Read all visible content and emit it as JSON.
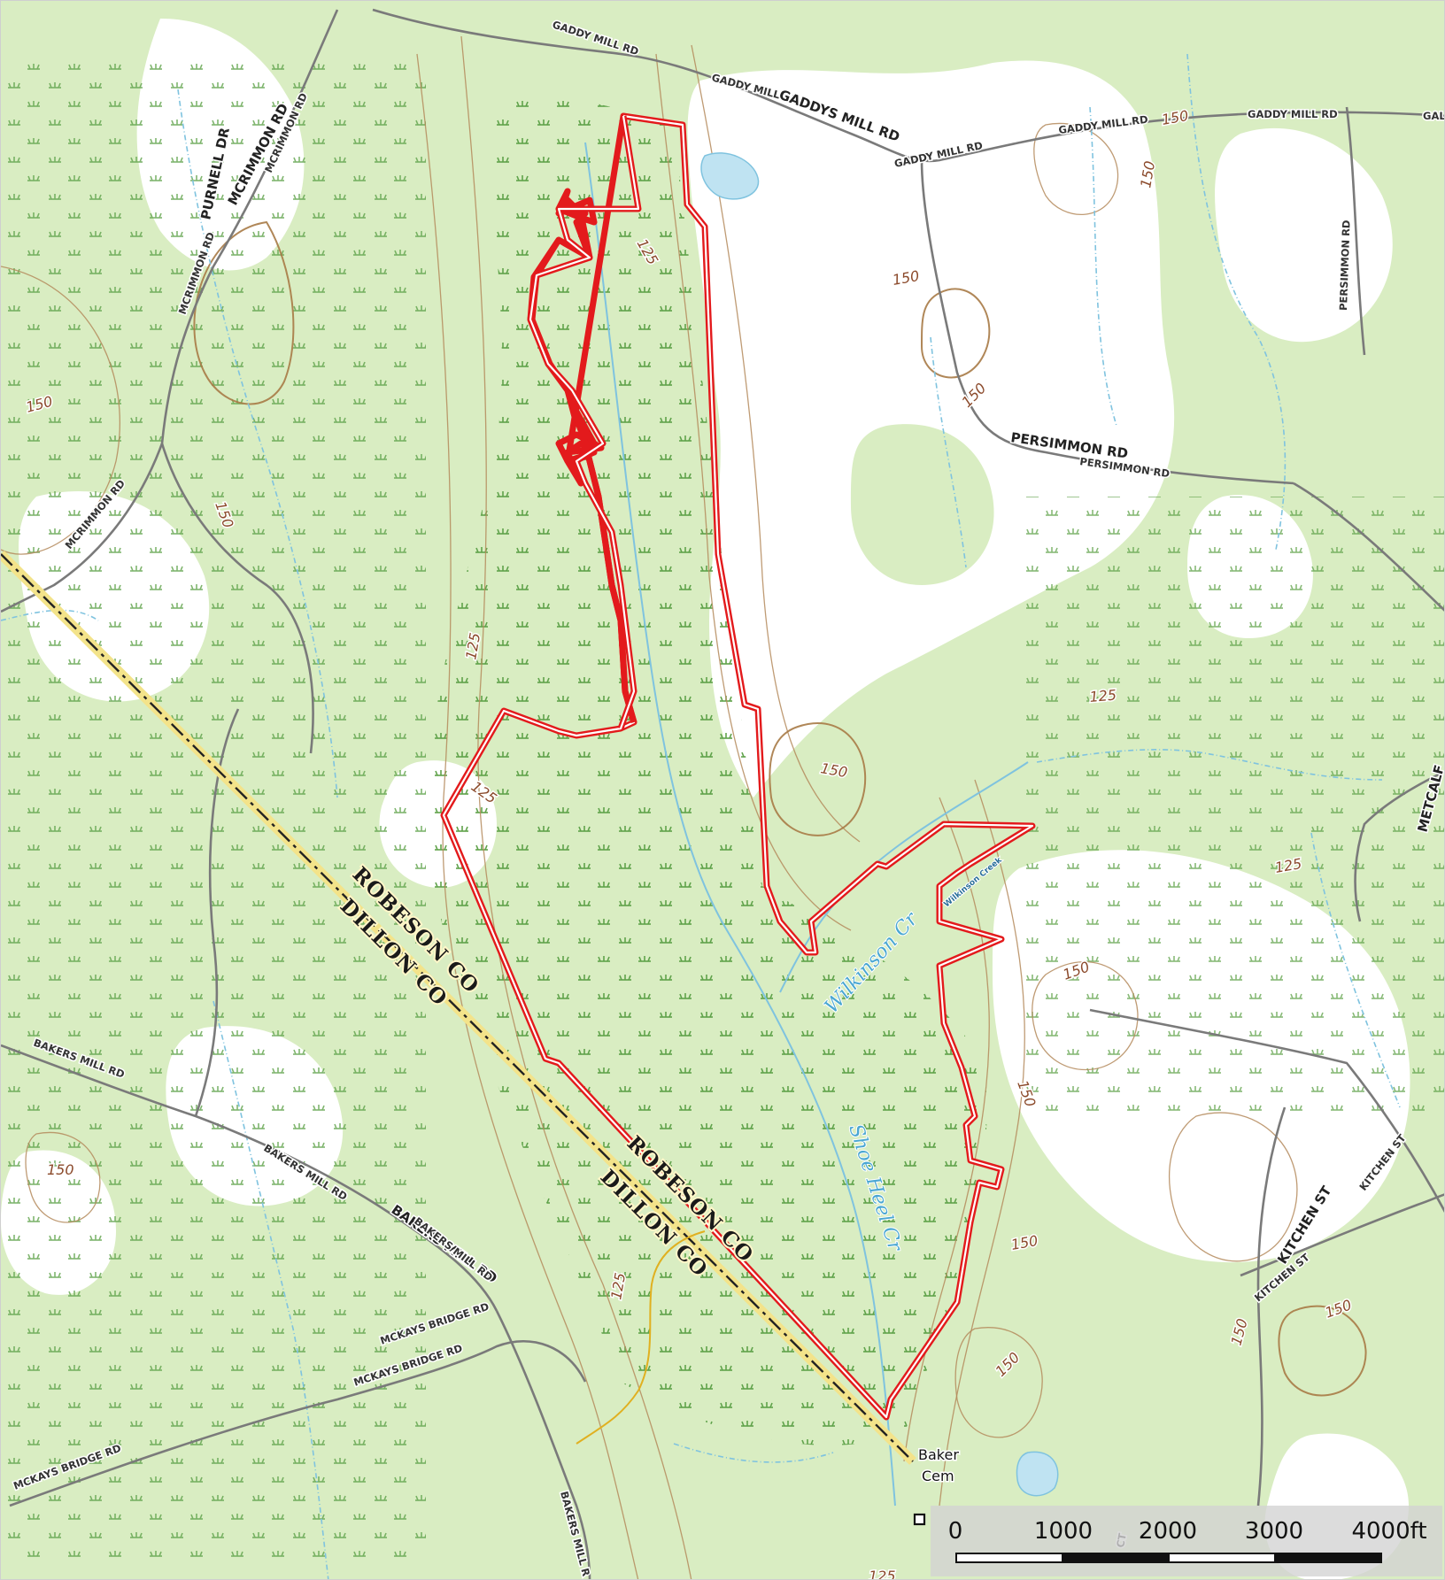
{
  "roads": {
    "gaddy_mill_1": "GADDY MILL RD",
    "gaddy_mill_2": "GADDY MILL RD",
    "gaddys_mill": "GADDYS MILL RD",
    "gaddy_mill_3": "GADDY MILL RD",
    "gaddy_mill_4": "GADDY MILL RD",
    "gaddy_mill_5": "GADDY MILL RD",
    "gaddy_mill_edge": "GAL",
    "purnell": "PURNELL DR",
    "mcrimmon_1": "MCRIMMON RD",
    "mcrimmon_2": "MCRIMMON RD",
    "mcrimmon_3": "MCRIMMON RD",
    "mcrimmon_4": "MCRIMMON RD",
    "persimmon_1": "PERSIMMON RD",
    "persimmon_2": "PERSIMMON RD",
    "persimmon_3": "PERSIMMON RD",
    "metcalf": "METCALF",
    "bakers_mill_1": "BAKERS MILL RD",
    "bakers_mill_2": "BAKERS MILL RD",
    "bakers_mill_3": "BAKERS MILL RD",
    "bakers_mill_4": "BAKERS MILL RD",
    "bakers_mill_5": "BAKERS MILL R",
    "mckays_1": "MCKAYS BRIDGE RD",
    "mckays_2": "MCKAYS BRIDGE RD",
    "mckays_3": "MCKAYS BRIDGE RD",
    "kitchen_1": "KITCHEN ST",
    "kitchen_2": "KITCHEN ST",
    "kitchen_3": "KITCHEN ST",
    "ct_stub": "CT"
  },
  "counties": {
    "robeson_1": "ROBESON CO",
    "dillon_1": "DILLON CO",
    "robeson_2": "ROBESON CO",
    "dillon_2": "DILLON CO"
  },
  "water": {
    "wilkinson": "Wilkinson Cr",
    "wilkinson_small": "Wilkinson Creek",
    "shoe_heel": "Shoe Heel Cr"
  },
  "places": {
    "cem_line1": "Baker",
    "cem_line2": "Cem"
  },
  "elevations": {
    "e1": "150",
    "e2": "150",
    "e3": "150",
    "e4": "150",
    "e5": "150",
    "e6": "150",
    "e7": "150",
    "e8": "150",
    "e9": "150",
    "e10": "150",
    "e11": "150",
    "e12": "150",
    "e13": "150",
    "e14": "150",
    "c1": "125",
    "c2": "125",
    "c3": "125",
    "c4": "125",
    "c5": "125",
    "c6": "125",
    "c7": "125"
  },
  "scalebar": {
    "labels": [
      "0",
      "1000",
      "2000",
      "3000",
      "4000ft"
    ]
  },
  "colors": {
    "boundary": "#e31a1c",
    "wetland_fill": "#d9edc2",
    "road": "#7a7a7a",
    "stream": "#7fc3df"
  }
}
